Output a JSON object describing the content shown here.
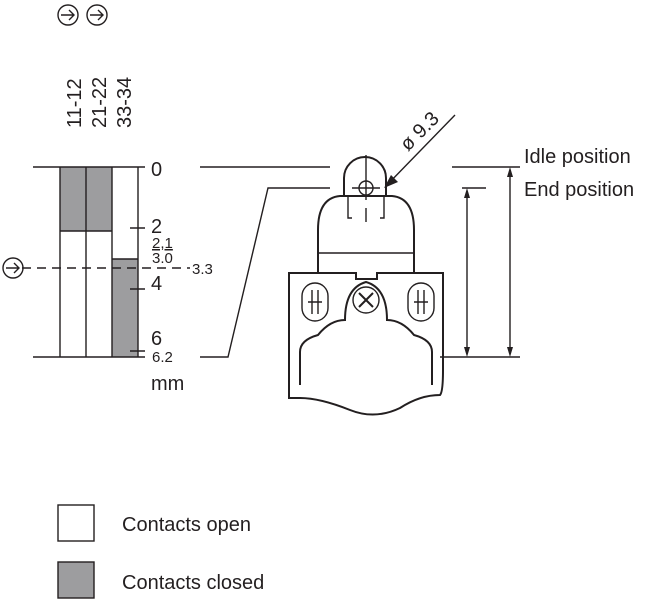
{
  "contacts": [
    "11-12",
    "21-22",
    "33-34"
  ],
  "scale": {
    "unit": "mm",
    "ticks": [
      "0",
      "2",
      "4",
      "6"
    ],
    "marks": {
      "a": "2,1",
      "b": "3.0",
      "c": "3.3",
      "end": "6.2"
    }
  },
  "chart_data": {
    "type": "switching-diagram",
    "unit": "mm",
    "range": [
      0,
      6.2
    ],
    "contacts": [
      {
        "name": "11-12",
        "closed": [
          [
            0,
            2.1
          ]
        ],
        "open": [
          [
            2.1,
            6.2
          ]
        ]
      },
      {
        "name": "21-22",
        "closed": [
          [
            0,
            2.1
          ]
        ],
        "open": [
          [
            2.1,
            6.2
          ]
        ]
      },
      {
        "name": "33-34",
        "open": [
          [
            0,
            3.0
          ]
        ],
        "closed": [
          [
            3.0,
            6.2
          ]
        ]
      }
    ],
    "forced_opening_point": 3.3
  },
  "device": {
    "roller_diameter": "ø 9.3"
  },
  "positions": {
    "idle": "Idle position",
    "end": "End position"
  },
  "legend": {
    "open": "Contacts open",
    "closed": "Contacts closed"
  },
  "colors": {
    "closed": "#9d9d9f",
    "open": "#ffffff",
    "line": "#231f20"
  }
}
